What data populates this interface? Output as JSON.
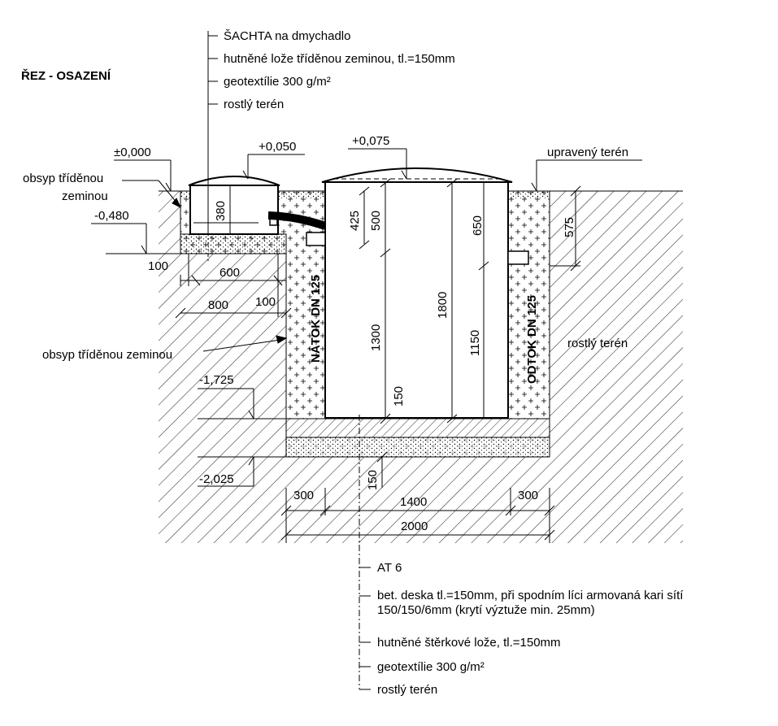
{
  "title": "ŘEZ - OSAZENÍ",
  "shaft_layers": [
    "ŠACHTA na dmychadlo",
    "hutněné lože tříděnou zeminou, tl.=150mm",
    "geotextílie 300 g/m²",
    "rostlý terén"
  ],
  "tank_layers": [
    "AT 6",
    "bet. deska tl.=150mm, při spodním líci armovaná kari sítí",
    "150/150/6mm (krytí výztuže min. 25mm)",
    "hutněné štěrkové lože, tl.=150mm",
    "geotextílie 300 g/m²",
    "rostlý terén"
  ],
  "levels": {
    "l0": "±0,000",
    "shaft_lid": "+0,050",
    "tank_lid": "+0,075",
    "shaft_bottom": "-0,480",
    "tank_bottom": "-1,725",
    "pit_bottom": "-2,025"
  },
  "labels": {
    "terrain_adjusted": "upravený terén",
    "backfill_left_1": "obsyp tříděnou",
    "backfill_left_2": "zeminou",
    "backfill_mid": "obsyp tříděnou zeminou",
    "native_soil": "rostlý terén",
    "inlet": "NÁTOK DN 125",
    "outlet": "ODTOK DN 125"
  },
  "dimensions": {
    "d380": "380",
    "d425": "425",
    "d500": "500",
    "d650": "650",
    "d575": "575",
    "d1300": "1300",
    "d1800": "1800",
    "d1150": "1150",
    "d150a": "150",
    "d150b": "150",
    "d100a": "100",
    "d600": "600",
    "d800": "800",
    "d100b": "100",
    "d300a": "300",
    "d1400": "1400",
    "d300b": "300",
    "d2000": "2000"
  }
}
